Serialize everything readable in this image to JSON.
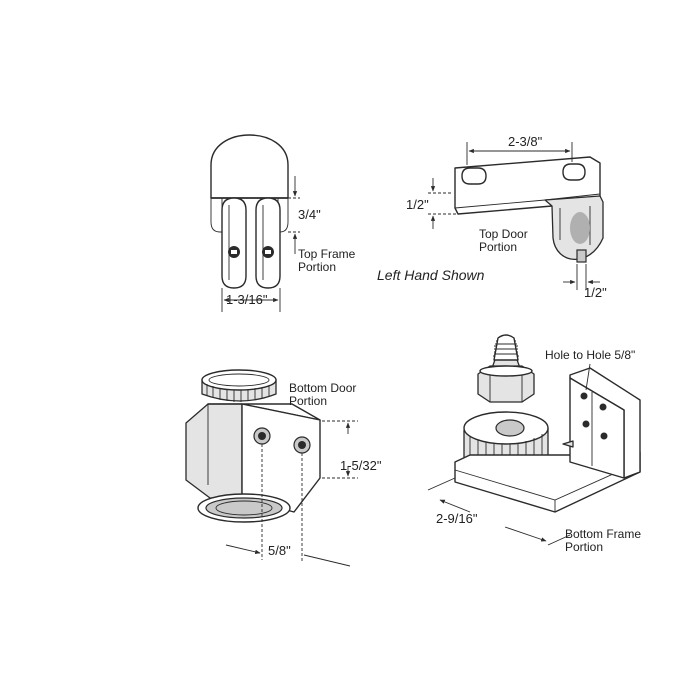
{
  "labels": {
    "top_frame_portion": [
      "Top Frame",
      "Portion"
    ],
    "top_door_portion": [
      "Top Door",
      "Portion"
    ],
    "left_hand_shown": "Left Hand Shown",
    "bottom_door_portion": [
      "Bottom Door",
      "Portion"
    ],
    "bottom_frame_portion": [
      "Bottom Frame",
      "Portion"
    ],
    "hole_to_hole": "Hole to Hole 5/8\""
  },
  "dimensions": {
    "top_frame_height": "3/4\"",
    "top_frame_width": "1-3/16\"",
    "top_door_length": "2-3/8\"",
    "top_door_height": "1/2\"",
    "top_door_pin": "1/2\"",
    "bottom_door_height": "1-5/32\"",
    "bottom_door_offset": "5/8\"",
    "bottom_frame_length": "2-9/16\""
  }
}
